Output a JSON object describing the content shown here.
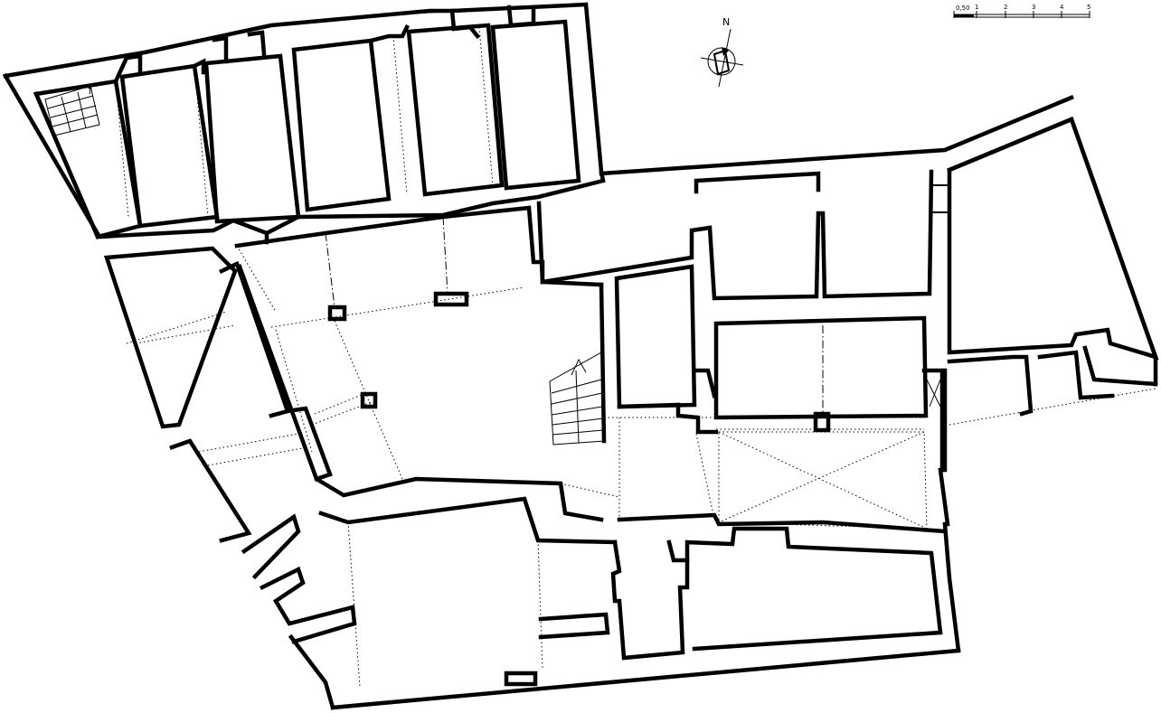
{
  "north_label": "N",
  "scale_bar": {
    "ticks": [
      "0,50",
      "1",
      "2",
      "3",
      "4",
      "5"
    ]
  },
  "stair_arrow_label": "↑"
}
